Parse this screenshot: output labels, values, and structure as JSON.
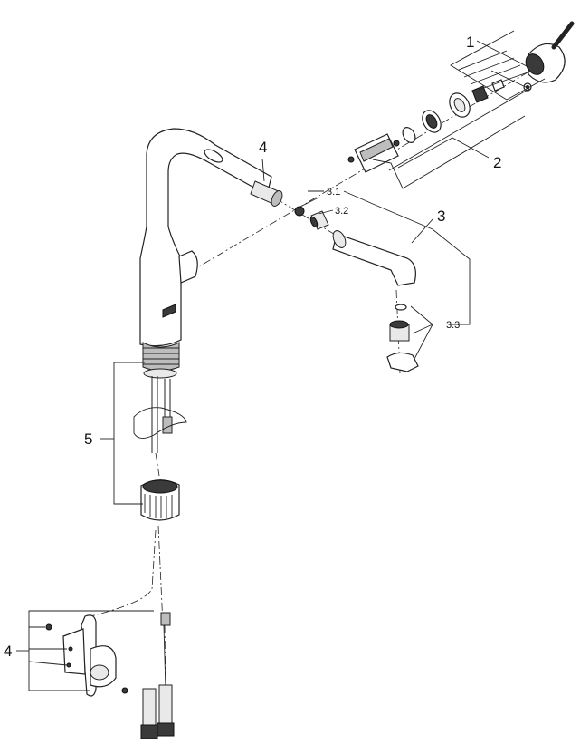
{
  "labels": {
    "l1": "1",
    "l2": "2",
    "l3": "3",
    "l31": "3.1",
    "l32": "3.2",
    "l33": "3.3",
    "l4_top": "4",
    "l4_bottom": "4",
    "l5": "5"
  }
}
